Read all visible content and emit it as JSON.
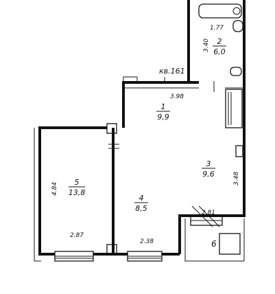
{
  "apartment": {
    "label": "кв.161"
  },
  "rooms": [
    {
      "number": "1",
      "area": "9,9"
    },
    {
      "number": "2",
      "area": "6,0"
    },
    {
      "number": "3",
      "area": "9,6"
    },
    {
      "number": "4",
      "area": "8,5"
    },
    {
      "number": "5",
      "area": "13,8"
    },
    {
      "number": "6"
    }
  ],
  "dimensions": {
    "bath_width": "1.77",
    "bath_depth": "3.40",
    "hall_width": "3.98",
    "kitchen_depth": "3.48",
    "room5_depth": "4.84",
    "room5_width": "2.87",
    "room4_width": "2.38",
    "balcony_width": "2.81"
  }
}
